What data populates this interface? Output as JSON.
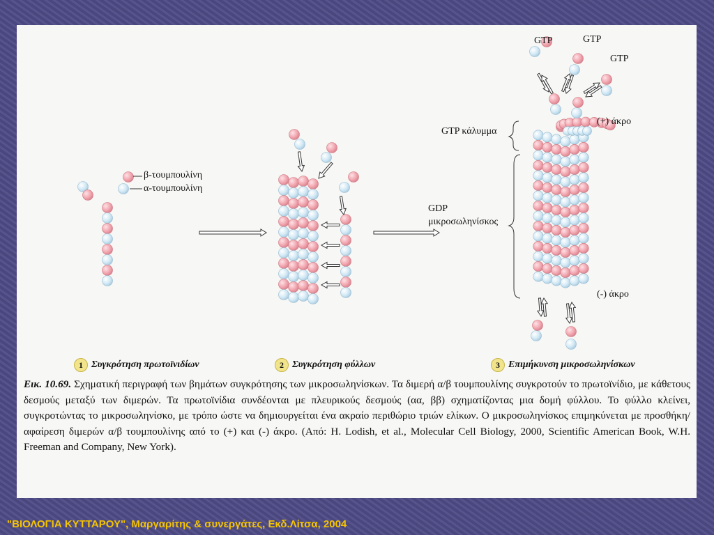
{
  "labels": {
    "beta": "β-τουμπουλίνη",
    "alpha": "α-τουμπουλίνη",
    "gtp1": "GTP",
    "gtp2": "GTP",
    "gtp3": "GTP",
    "cap": "GTP κάλυμμα",
    "plus_end": "(+) άκρο",
    "gdp_line1": "GDP",
    "gdp_line2": "μικροσωληνίσκος",
    "minus_end": "(-) άκρο"
  },
  "steps": [
    {
      "num": "1",
      "text": "Συγκρότηση πρωτοϊνιδίων"
    },
    {
      "num": "2",
      "text": "Συγκρότηση φύλλων"
    },
    {
      "num": "3",
      "text": "Επιμήκυνση μικροσωληνίσκων"
    }
  ],
  "caption": {
    "ref": "Εικ. 10.69.",
    "text": "Σχηματική περιγραφή των βημάτων συγκρότησης των μικροσωληνίσκων. Τα διμερή α/β τουμπουλίνης συγκροτούν το πρωτοϊνίδιο, με κάθετους δεσμούς μεταξύ των διμερών. Τα πρωτοϊνίδια συνδέονται με πλευρικούς δεσμούς (αα, ββ) σχηματίζοντας μια δομή φύλλου. Το φύλλο κλείνει, συγκροτώντας το μικροσωληνίσκο, με τρόπο ώστε να δημιουργείται ένα ακραίο περιθώριο τριών ελίκων. Ο μικροσωληνίσκος επιμηκύνεται με προσθήκη/αφαίρεση διμερών α/β τουμπουλίνης από το (+) και (-) άκρο. (Από: H. Lodish, et al., Molecular Cell Biology, 2000, Scientific American Book, W.H. Freeman and Company, New York)."
  },
  "footer": "\"ΒΙΟΛΟΓΙΑ ΚΥΤΤΑΡΟΥ\", Μαργαρίτης & συνεργάτες, Εκδ.Λίτσα, 2004",
  "colors": {
    "beta": "#f2a7b0",
    "alpha": "#cfe6f3",
    "footer": "#f5c400"
  }
}
